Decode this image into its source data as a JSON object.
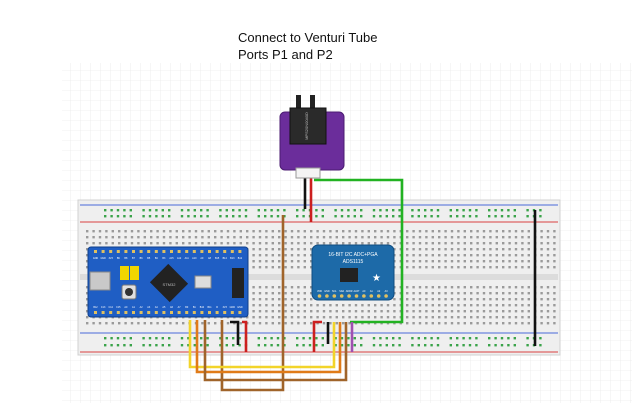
{
  "caption": {
    "line1": "Connect to Venturi Tube",
    "line2": "Ports P1 and P2"
  },
  "sensor": {
    "chip_text": "MPS20N0040D"
  },
  "adc_board": {
    "title": "16-BIT I2C ADC+PGA",
    "chip": "ADS1115",
    "pin_labels": [
      "VDD",
      "GND",
      "SCL",
      "SDA",
      "ADDR",
      "ALRT",
      "A0",
      "A1",
      "A2",
      "A3"
    ]
  },
  "mcu_board": {
    "top_pins": [
      "GND",
      "GND",
      "3V3",
      "B9",
      "B8",
      "B7",
      "B6",
      "B5",
      "B4",
      "B3",
      "A15",
      "A12",
      "A11",
      "A10",
      "A9",
      "A8",
      "B15",
      "B14",
      "B13",
      "B12"
    ],
    "bottom_pins": [
      "B12",
      "C13",
      "C14",
      "C15",
      "A0",
      "A1",
      "A2",
      "A3",
      "A4",
      "A5",
      "A6",
      "A7",
      "B0",
      "B1",
      "B10",
      "B11",
      "R",
      "3V3",
      "GND",
      "GND"
    ],
    "chip_label": "STM32"
  },
  "colors": {
    "breadboard": "#eeeeee",
    "hole": "#9a9a9a",
    "rail_hole": "#3aa34a",
    "rail_red": "#d84040",
    "rail_blue": "#4a6ad8",
    "sensor_pcb": "#6b2d9b",
    "adc_pcb": "#1d6aa8",
    "mcu_pcb": "#1f5ec4",
    "wire_green": "#22b222",
    "wire_red": "#cc1f1f",
    "wire_black": "#111111",
    "wire_brown": "#a0642a",
    "wire_orange": "#e07b18",
    "wire_yellow": "#f2d42a",
    "wire_purple": "#a04fb0"
  }
}
